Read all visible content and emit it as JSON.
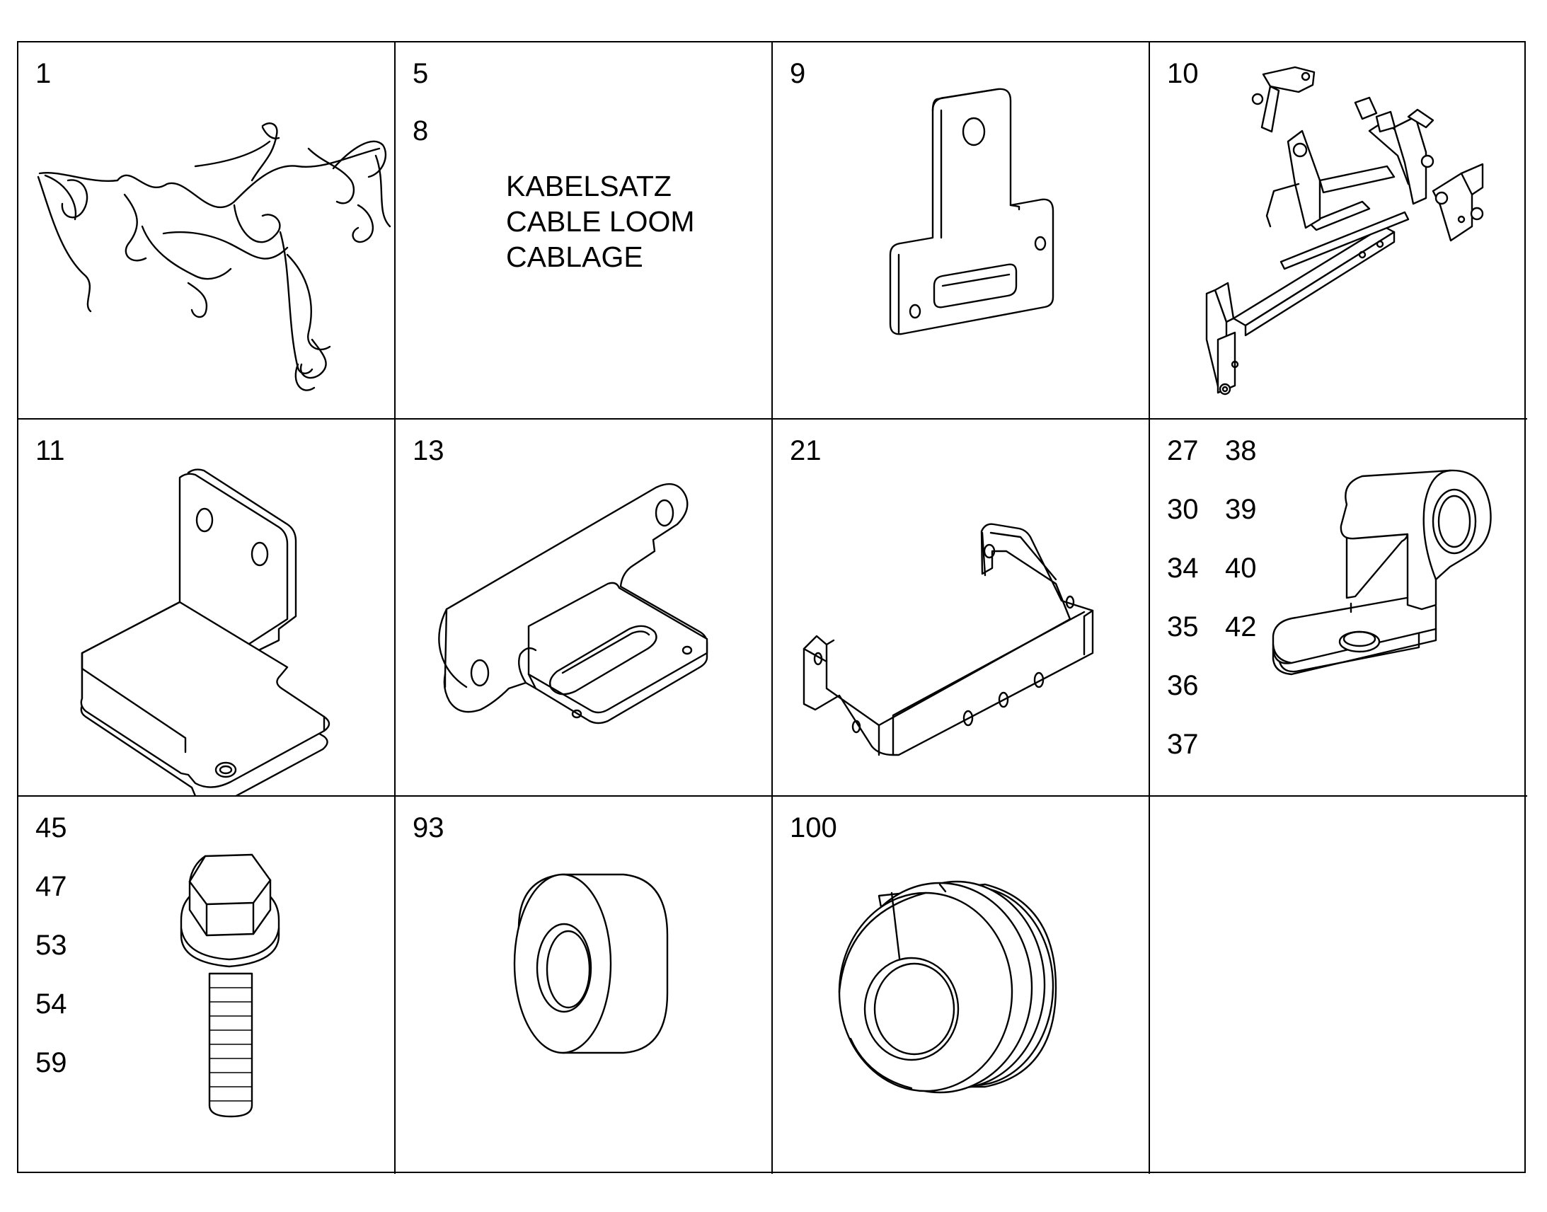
{
  "cells": [
    {
      "labels": [
        "1"
      ],
      "part": "cable-harness"
    },
    {
      "labels": [
        "5",
        "8"
      ],
      "part": "cable-loom-text",
      "caption": [
        "KABELSATZ",
        "CABLE LOOM",
        "CABLAGE"
      ]
    },
    {
      "labels": [
        "9"
      ],
      "part": "t-bracket"
    },
    {
      "labels": [
        "10"
      ],
      "part": "bracket-assembly"
    },
    {
      "labels": [
        "11"
      ],
      "part": "angle-bracket"
    },
    {
      "labels": [
        "13"
      ],
      "part": "slotted-bracket"
    },
    {
      "labels": [
        "21"
      ],
      "part": "u-bracket"
    },
    {
      "labels": [
        "27",
        "30",
        "34",
        "35",
        "36",
        "37"
      ],
      "labels_col2": [
        "38",
        "39",
        "40",
        "42"
      ],
      "part": "cable-clamp"
    },
    {
      "labels": [
        "45",
        "47",
        "53",
        "54",
        "59"
      ],
      "part": "flange-bolt"
    },
    {
      "labels": [
        "93"
      ],
      "part": "spacer-bushing"
    },
    {
      "labels": [
        "100"
      ],
      "part": "grommet"
    },
    {
      "labels": [],
      "part": "empty"
    }
  ]
}
